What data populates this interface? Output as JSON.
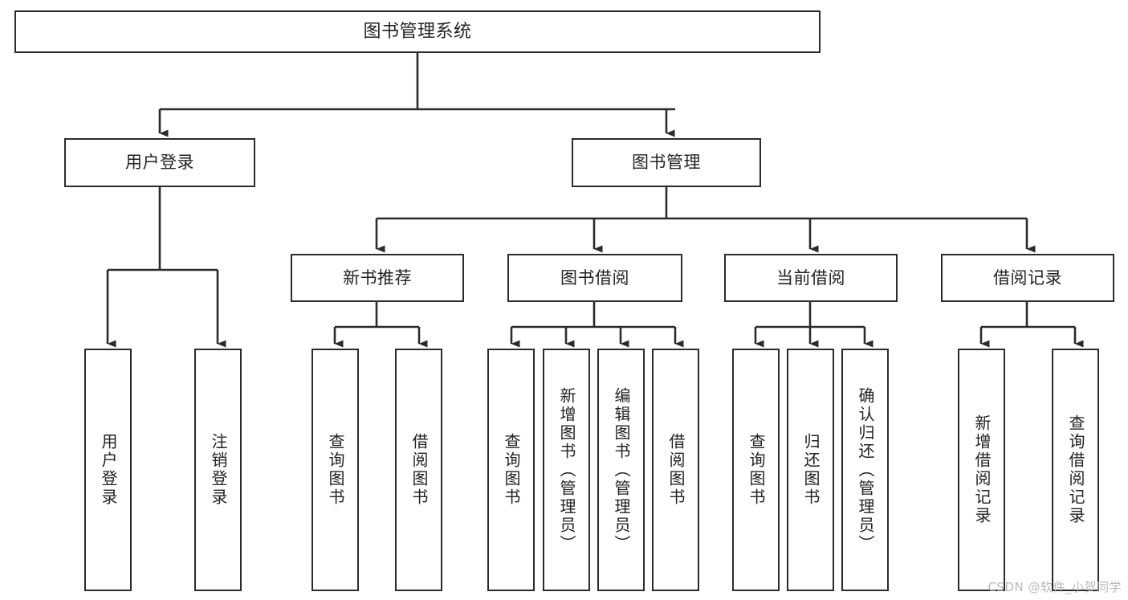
{
  "diagram": {
    "title": "图书管理系统",
    "type": "tree-hierarchy",
    "watermark": "CSDN @软件_小贺同学",
    "colors": {
      "stroke": "#2b2b2b",
      "fill": "#ffffff",
      "text": "#222222",
      "watermark": "#b9b9b9"
    }
  },
  "nodes": {
    "root": {
      "label": "图书管理系统"
    },
    "level1": [
      {
        "id": "user-login",
        "label": "用户登录"
      },
      {
        "id": "book-manage",
        "label": "图书管理"
      }
    ],
    "level2": [
      {
        "id": "new-book-rec",
        "label": "新书推荐"
      },
      {
        "id": "book-borrow",
        "label": "图书借阅"
      },
      {
        "id": "current-borrow",
        "label": "当前借阅"
      },
      {
        "id": "borrow-record",
        "label": "借阅记录"
      }
    ],
    "leaves": {
      "user_login": [
        {
          "id": "leaf-user-login",
          "label": "用户登录"
        },
        {
          "id": "leaf-logout",
          "label": "注销登录"
        }
      ],
      "new_book_rec": [
        {
          "id": "leaf-query-book-1",
          "label": "查询图书"
        },
        {
          "id": "leaf-borrow-book-1",
          "label": "借阅图书"
        }
      ],
      "book_borrow": [
        {
          "id": "leaf-query-book-2",
          "label": "查询图书"
        },
        {
          "id": "leaf-add-book",
          "label": "新增图书（管理员）"
        },
        {
          "id": "leaf-edit-book",
          "label": "编辑图书（管理员）"
        },
        {
          "id": "leaf-borrow-book-2",
          "label": "借阅图书"
        }
      ],
      "current_borrow": [
        {
          "id": "leaf-query-book-3",
          "label": "查询图书"
        },
        {
          "id": "leaf-return-book",
          "label": "归还图书"
        },
        {
          "id": "leaf-confirm-return",
          "label": "确认归还（管理员）"
        }
      ],
      "borrow_record": [
        {
          "id": "leaf-add-record",
          "label": "新增借阅记录"
        },
        {
          "id": "leaf-query-record",
          "label": "查询借阅记录"
        }
      ]
    }
  }
}
